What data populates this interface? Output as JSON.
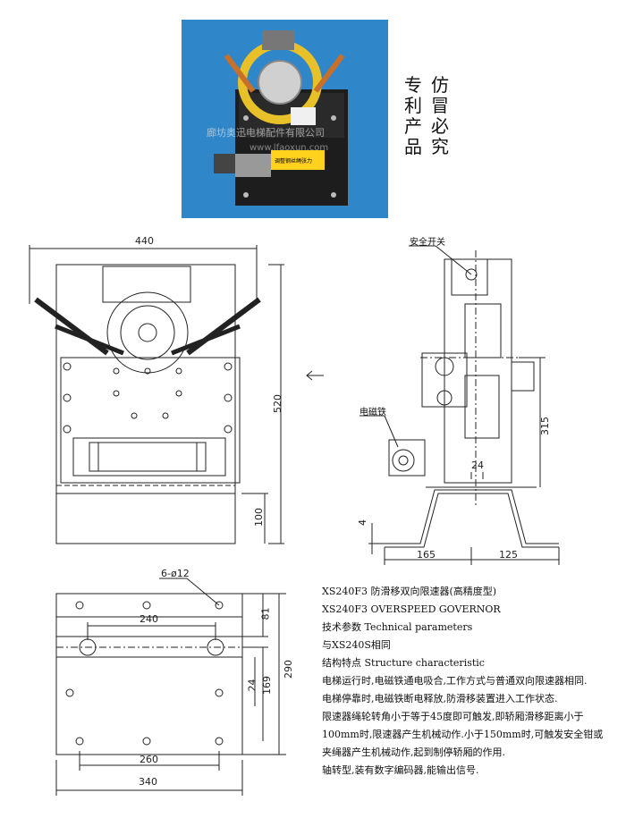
{
  "photo": {
    "watermark_company": "廊坊奥迅电梯配件有限公司",
    "watermark_url": "www.lfaoxun.com",
    "warning_plate": "调整钢丝绳张力"
  },
  "slogan": {
    "col1": [
      "专",
      "利",
      "产",
      "品"
    ],
    "col2": [
      "仿",
      "冒",
      "必",
      "究"
    ]
  },
  "front_view": {
    "dim_width": "440",
    "dim_height": "520",
    "dim_base": "100"
  },
  "side_view": {
    "label_switch": "安全开关",
    "label_magnet": "电磁铁",
    "dim_height": "315",
    "dim_24": "24",
    "dim_4": "4",
    "dim_165": "165",
    "dim_125": "125"
  },
  "base_plate": {
    "hole_label": "6-ø12",
    "dim_240": "240",
    "dim_81": "81",
    "dim_290": "290",
    "dim_24": "24",
    "dim_169": "169",
    "dim_260": "260",
    "dim_340": "340"
  },
  "description": {
    "model_cn": "XS240F3 防滑移双向限速器(高精度型)",
    "model_en": "XS240F3 OVERSPEED GOVERNOR",
    "tech_title": "技术参数 Technical parameters",
    "tech_text": "与XS240S相同",
    "struct_title": "结构特点  Structure characteristic",
    "lines": [
      "电梯运行时,电磁铁通电吸合,工作方式与普通双向限速器相同.",
      "电梯停靠时,电磁铁断电释放,防滑移装置进入工作状态.",
      "限速器绳轮转角小于等于45度即可触发,即轿厢滑移距离小于",
      "100mm时,限速器产生机械动作.小于150mm时,可触发安全钳或",
      "夹绳器产生机械动作,起到制停轿厢的作用.",
      "轴转型,装有数字编码器,能输出信号."
    ]
  },
  "colors": {
    "photo_bg": "#2f86c8",
    "yellow": "#e8c12a",
    "body_black": "#1d1d1d"
  }
}
